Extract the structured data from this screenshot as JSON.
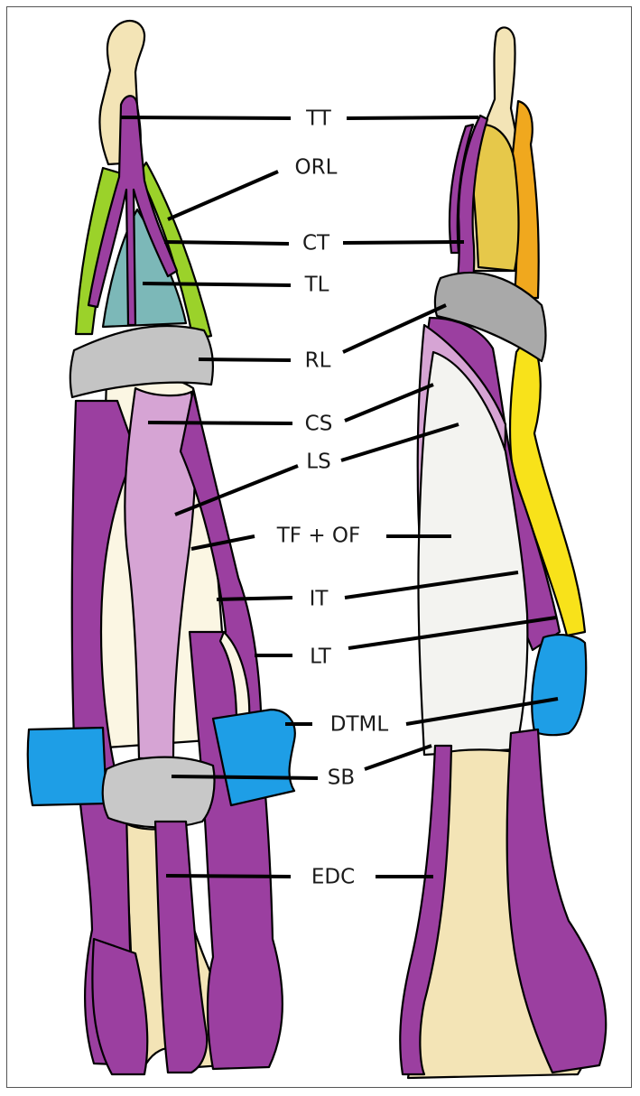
{
  "labels": {
    "tt": "TT",
    "orl": "ORL",
    "ct": "CT",
    "tl": "TL",
    "rl": "RL",
    "cs": "CS",
    "ls": "LS",
    "tf_of": "TF + OF",
    "it": "IT",
    "lt": "LT",
    "dtml": "DTML",
    "sb": "SB",
    "edc": "EDC"
  },
  "colors": {
    "bone": "#f3e4b6",
    "tendon": "#9b3fa0",
    "tendon_light": "#d6a4d4",
    "ligament_green": "#9bd22a",
    "triangular_ligament": "#7cb8b8",
    "retinacular_gray": "#b5b5b5",
    "blue_band": "#1e9ee6",
    "yellow": "#f8e21a",
    "orange": "#f0a81e"
  }
}
